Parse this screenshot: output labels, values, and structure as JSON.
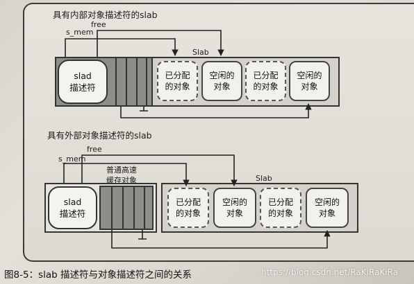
{
  "top": {
    "title": "具有内部对象描述符的slab",
    "s_mem": "s_mem",
    "free": "free",
    "slab": "Slab",
    "descriptor_line1": "slad",
    "descriptor_line2": "描述符",
    "objects": [
      {
        "line1": "已分配",
        "line2": "的对象"
      },
      {
        "line1": "空闲的",
        "line2": "对象"
      },
      {
        "line1": "已分配",
        "line2": "的对象"
      },
      {
        "line1": "空闲的",
        "line2": "对象"
      }
    ]
  },
  "bottom": {
    "title": "具有外部对象描述符的slab",
    "s_mem": "s_mem",
    "free": "free",
    "slab": "Slab",
    "cache_line1": "普通高速",
    "cache_line2": "缓存对象",
    "descriptor_line1": "slad",
    "descriptor_line2": "描述符",
    "objects": [
      {
        "line1": "已分配",
        "line2": "的对象"
      },
      {
        "line1": "空闲的",
        "line2": "对象"
      },
      {
        "line1": "已分配",
        "line2": "的对象"
      },
      {
        "line1": "空闲的",
        "line2": "对象"
      }
    ]
  },
  "caption": "图8-5：slab 描述符与对象描述符之间的关系",
  "watermark": "https://blog.csdn.net/RaKiRaKiRa"
}
